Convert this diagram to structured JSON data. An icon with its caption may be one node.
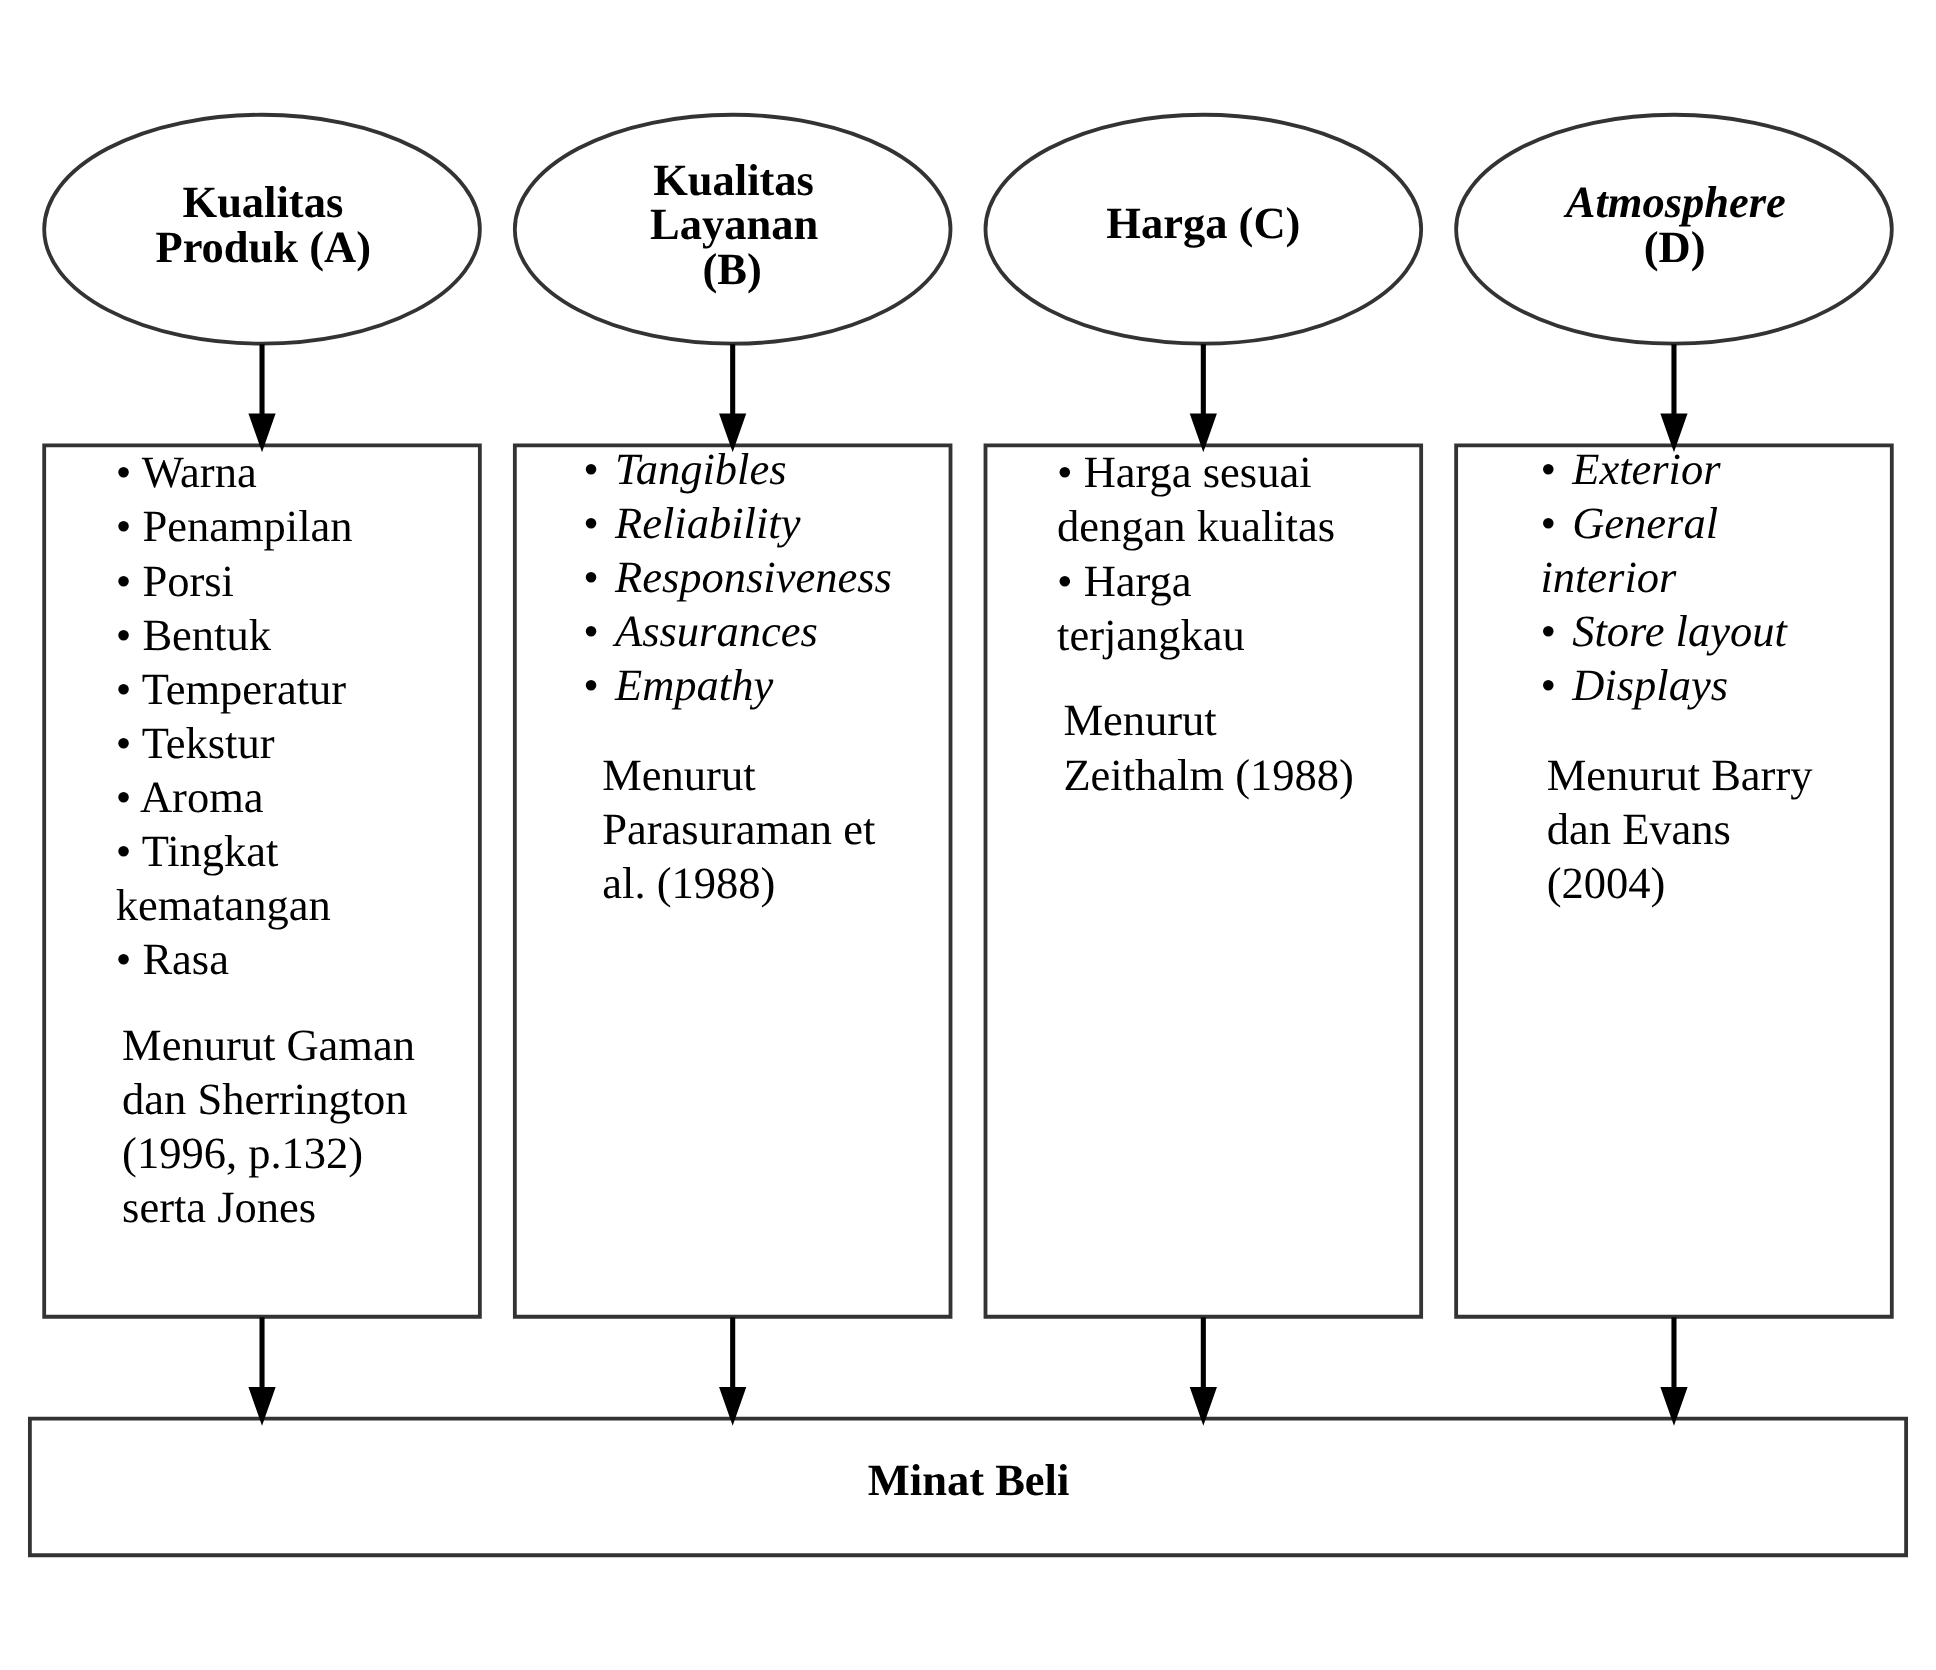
{
  "diagram": {
    "nodes": [
      {
        "text": [
          "Kualitas Produk (A)"
        ]
      },
      {
        "text": [
          "Kualitas Layanan (B)"
        ]
      },
      {
        "text": [
          "Harga (C)"
        ]
      },
      {
        "text": [
          "*Atmosphere* (D)"
        ]
      },
      {
        "text": [
          "• Warna",
          "• Penampilan",
          "• Porsi",
          "• Bentuk",
          "• Temperatur",
          "• Tekstur",
          "• Aroma",
          "• Tingkat kematangan",
          "• Rasa",
          "Menurut Gaman dan Sherrington (1996, p.132) serta Jones"
        ]
      },
      {
        "text": [
          "• *Tangibles*",
          "• *Reliability*",
          "• *Responsiveness*",
          "• *Assurances*",
          "• *Empathy*",
          "Menurut Parasuraman et al. (1988)"
        ]
      },
      {
        "text": [
          "• Harga sesuai dengan kualitas",
          "• Harga terjangkau",
          "Menurut Zeithalm (1988)"
        ]
      },
      {
        "text": [
          "• *Exterior*",
          "• *General interior*",
          "• *Store layout*",
          "• *Displays*",
          "Menurut Barry dan Evans (2004)"
        ]
      },
      {
        "text": [
          "Minat Beli"
        ]
      }
    ],
    "edges": [
      {
        "from": 0,
        "to": 4,
        "arrow": "to"
      },
      {
        "from": 1,
        "to": 5,
        "arrow": "to"
      },
      {
        "from": 2,
        "to": 6,
        "arrow": "to"
      },
      {
        "from": 3,
        "to": 7,
        "arrow": "to"
      },
      {
        "from": 4,
        "to": 8,
        "arrow": "to"
      },
      {
        "from": 5,
        "to": 8,
        "arrow": "to"
      },
      {
        "from": 6,
        "to": 8,
        "arrow": "to"
      },
      {
        "from": 7,
        "to": 8,
        "arrow": "to"
      }
    ]
  }
}
